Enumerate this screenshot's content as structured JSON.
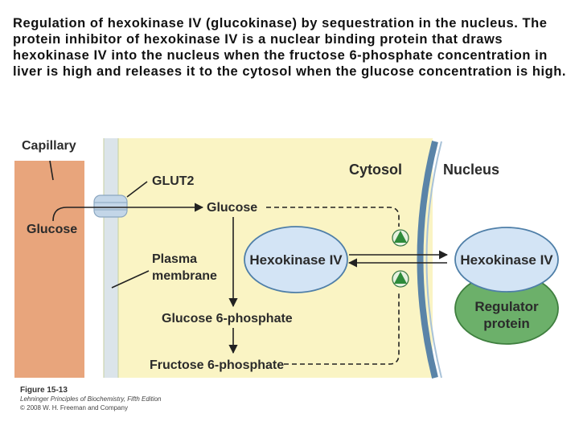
{
  "caption": "Regulation of hexokinase IV (glucokinase) by sequestration in the nucleus. The protein inhibitor of hexokinase IV is a nuclear binding protein that draws hexokinase IV into the nucleus when the fructose 6-phosphate concentration in liver is high and releases it to the cytosol when the glucose concentration is high.",
  "diagram": {
    "labels": {
      "capillary": "Capillary",
      "glucose_blood": "Glucose",
      "glut2": "GLUT2",
      "plasma": "Plasma",
      "membrane": "membrane",
      "cytosol": "Cytosol",
      "nucleus": "Nucleus",
      "glucose": "Glucose",
      "hexokinase_cytosol": "Hexokinase IV",
      "hexokinase_nucleus": "Hexokinase IV",
      "regulator_line1": "Regulator",
      "regulator_line2": "protein",
      "g6p": "Glucose 6-phosphate",
      "f6p": "Fructose 6-phosphate"
    },
    "colors": {
      "capillary": "#e8a57c",
      "cytosol": "#faf4c4",
      "membrane_band": "#dbe4ea",
      "nuclear_envelope": "#5a84a8",
      "hexokinase": "#d3e4f5",
      "regulator": "#6cb06a",
      "activation_marker": "#2e8b3a"
    },
    "icons": [
      "activation-triangle-icon",
      "activation-triangle-icon"
    ]
  },
  "credit": {
    "figure": "Figure 15-13",
    "book": "Lehninger Principles of Biochemistry, Fifth Edition",
    "copyright": "© 2008 W. H. Freeman and Company"
  }
}
